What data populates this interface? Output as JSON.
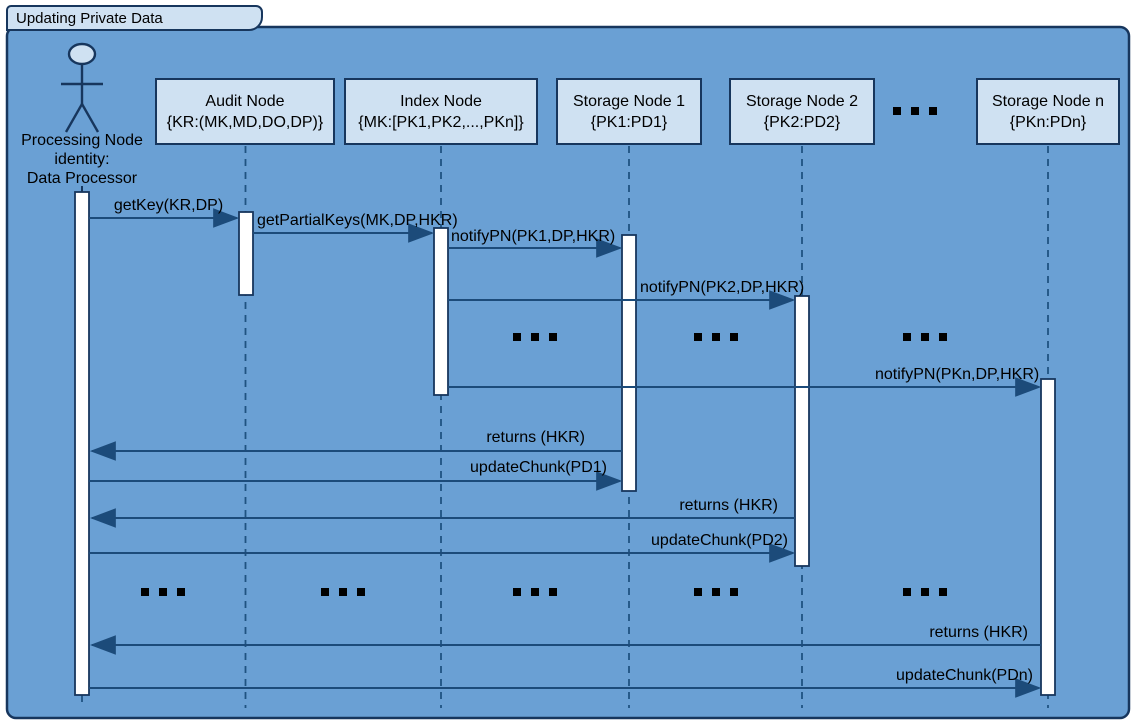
{
  "frame": {
    "title": "Updating Private Data"
  },
  "actor": {
    "name": "Processing Node identity: Data Processor",
    "lines": [
      "Processing Node",
      "identity:",
      "Data Processor"
    ]
  },
  "participants": [
    {
      "id": "audit-node",
      "name": "Audit Node",
      "detail": "{KR:(MK,MD,DO,DP)}"
    },
    {
      "id": "index-node",
      "name": "Index Node",
      "detail": "{MK:[PK1,PK2,...,PKn]}"
    },
    {
      "id": "storage-node-1",
      "name": "Storage Node 1",
      "detail": "{PK1:PD1}"
    },
    {
      "id": "storage-node-2",
      "name": "Storage Node 2",
      "detail": "{PK2:PD2}"
    },
    {
      "id": "storage-node-n",
      "name": "Storage Node n",
      "detail": "{PKn:PDn}"
    }
  ],
  "messages": [
    {
      "label": "getKey(KR,DP)",
      "from": "Processing Node",
      "to": "Audit Node"
    },
    {
      "label": "getPartialKeys(MK,DP,HKR)",
      "from": "Audit Node",
      "to": "Index Node"
    },
    {
      "label": "notifyPN(PK1,DP,HKR)",
      "from": "Index Node",
      "to": "Storage Node 1"
    },
    {
      "label": "notifyPN(PK2,DP,HKR)",
      "from": "Index Node",
      "to": "Storage Node 2"
    },
    {
      "label": "notifyPN(PKn,DP,HKR)",
      "from": "Index Node",
      "to": "Storage Node n"
    },
    {
      "label": "returns (HKR)",
      "from": "Storage Node 1",
      "to": "Processing Node"
    },
    {
      "label": "updateChunk(PD1)",
      "from": "Processing Node",
      "to": "Storage Node 1"
    },
    {
      "label": "returns (HKR)",
      "from": "Storage Node 2",
      "to": "Processing Node"
    },
    {
      "label": "updateChunk(PD2)",
      "from": "Processing Node",
      "to": "Storage Node 2"
    },
    {
      "label": "returns (HKR)",
      "from": "Storage Node n",
      "to": "Processing Node"
    },
    {
      "label": "updateChunk(PDn)",
      "from": "Processing Node",
      "to": "Storage Node n"
    }
  ],
  "ellipsis": "...",
  "colors": {
    "frame_fill": "#6AA0D4",
    "frame_border": "#17365D",
    "box_fill": "#CFE1F2",
    "box_border": "#17365D",
    "message_line": "#1C4B7A",
    "lifeline": "#1F5381",
    "activation_fill": "#FFFFFF",
    "text": "#000000",
    "page_bg": "#FFFFFF"
  }
}
